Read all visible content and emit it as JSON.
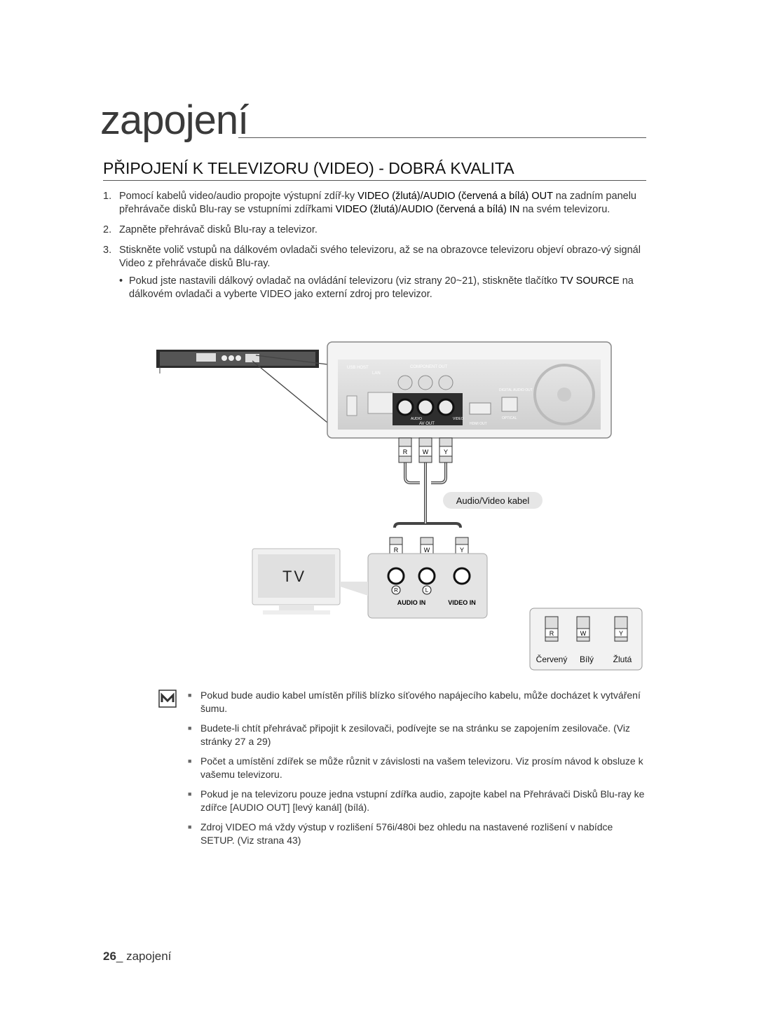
{
  "chapter": "zapojení",
  "section_title": "PŘIPOJENÍ K TELEVIZORU (VIDEO) - DOBRÁ KVALITA",
  "steps": [
    {
      "num": "1.",
      "t1": "Pomocí kabelů video/audio propojte výstupní zdíř-ky ",
      "h1": "VIDEO (žlutá)/AUDIO (červená a bílá) OUT",
      "t2": " na zadním panelu přehrávače disků Blu-ray se vstupními zdířkami ",
      "h2": "VIDEO (žlutá)/AUDIO (červená a bílá) IN",
      "t3": " na svém televizoru."
    },
    {
      "num": "2.",
      "text": "Zapněte přehrávač disků Blu-ray a televizor."
    },
    {
      "num": "3.",
      "text": "Stiskněte volič vstupů na dálkovém ovladači svého televizoru, až se na obrazovce televizoru objeví obrazo-vý signál Video z přehrávače disků Blu-ray."
    }
  ],
  "bullet": {
    "t1": "Pokud jste nastavili dálkový ovladač na ovládání televizoru (viz strany 20~21), stiskněte tlačítko ",
    "h1": "TV SOURCE",
    "t2": " na dálkovém ovladači a vyberte VIDEO jako externí zdroj pro televizor."
  },
  "diagram": {
    "panel": {
      "usb": "USB HOST",
      "lan": "LAN",
      "component_out": "COMPONENT OUT",
      "digital_audio_out": "DIGITAL AUDIO OUT",
      "audio": "AUDIO",
      "video": "VIDEO",
      "av_out": "AV OUT",
      "hdmi_out": "HDMI OUT",
      "optical": "OPTICAL"
    },
    "plug_r": "R",
    "plug_w": "W",
    "plug_y": "Y",
    "cable_label": "Audio/Video kabel",
    "tv_label": "TV",
    "tv_jack_r": "R",
    "tv_jack_l": "L",
    "audio_in": "AUDIO IN",
    "video_in": "VIDEO IN",
    "legend": {
      "red": "Červený",
      "white": "Bílý",
      "yellow": "Žlutá"
    }
  },
  "notes": [
    "Pokud bude audio kabel umístěn příliš blízko síťového napájecího kabelu, může docházet k vytváření šumu.",
    "Budete-li chtít přehrávač připojit k zesilovači, podívejte se na stránku se zapojením zesilovače. (Viz stránky 27 a 29)",
    "Počet a umístění zdířek se může různit v závislosti na vašem televizoru. Viz prosím návod k obsluze k vašemu televizoru.",
    "Pokud je na televizoru pouze jedna vstupní zdířka audio, zapojte kabel na Přehrávači Disků Blu-ray ke zdířce [AUDIO OUT] [levý kanál] (bílá).",
    "Zdroj VIDEO má vždy výstup v rozlišení 576i/480i bez ohledu na nastavené rozlišení v nabídce SETUP. (Viz strana 43)"
  ],
  "footer": {
    "page_num": "26",
    "page_text": "_ zapojení"
  }
}
